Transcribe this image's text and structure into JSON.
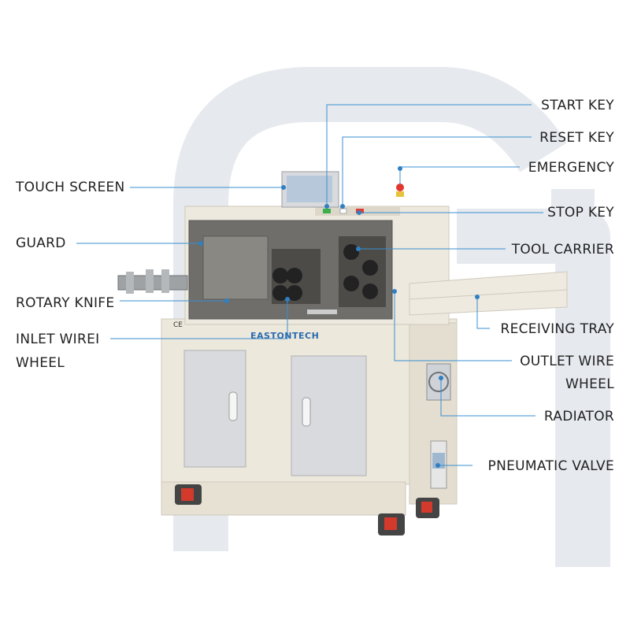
{
  "brand": {
    "name": "EASTONTECH",
    "ce_mark": "CE"
  },
  "colors": {
    "leader_line": "#3a8fd0",
    "leader_dot": "#2f7fc4",
    "machine_body": "#eee8dc",
    "door_panel": "#d9dadd",
    "watermark": "#e3e7ec"
  },
  "labels": {
    "start_key": "START KEY",
    "reset_key": "RESET KEY",
    "emergency": "EMERGENCY",
    "touch_screen": "TOUCH SCREEN",
    "stop_key": "STOP KEY",
    "guard": "GUARD",
    "tool_carrier": "TOOL CARRIER",
    "rotary_knife": "ROTARY KNIFE",
    "receiving_tray": "RECEIVING TRAY",
    "inlet_wire_1": "INLET WIREI",
    "inlet_wire_2": "WHEEL",
    "outlet_wire_1": "OUTLET WIRE",
    "outlet_wire_2": "WHEEL",
    "radiator": "RADIATOR",
    "pneumatic_valve": "PNEUMATIC VALVE"
  }
}
